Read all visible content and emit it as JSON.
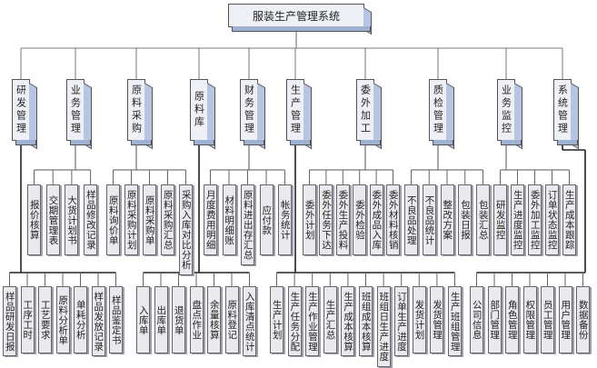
{
  "root": {
    "title": "服装生产管理系统"
  },
  "colors": {
    "box_face": "#eef0f6",
    "box_side": "#b6c6e2",
    "line": "#555555"
  },
  "modules": [
    {
      "name": "研发管理",
      "children": [
        "样品研发日报",
        "工序工时",
        "工艺要求",
        "原料分析单",
        "单耗分析",
        "样品发放记录",
        "样品鉴定书"
      ]
    },
    {
      "name": "业务管理",
      "children": [
        "报价核算",
        "交期管理表",
        "大货计划书",
        "样品修改记录"
      ]
    },
    {
      "name": "原料采购",
      "children": [
        "原料询价单",
        "原料采购计划",
        "原料采购单",
        "原料采购汇总",
        "采购入库对比分析"
      ]
    },
    {
      "name": "原料库",
      "children": [
        "入库单",
        "出库单",
        "退货单",
        "盘点作业",
        "余量核算",
        "原料登记",
        "入库清点统计"
      ]
    },
    {
      "name": "财务管理",
      "children": [
        "月度费用明细",
        "材料明细账",
        "原料进出存汇总",
        "应付款",
        "帐务统计"
      ]
    },
    {
      "name": "生产管理",
      "children": [
        "生产计划",
        "生产任务分配",
        "生产作业管理",
        "生产汇总",
        "生产成本核算",
        "班组成本核算",
        "班组日生产进度",
        "订单生产进度",
        "发货计划",
        "发货管理",
        "生产班组管理"
      ]
    },
    {
      "name": "委外加工",
      "children": [
        "委外计划",
        "委外任务下达",
        "委外生产投料",
        "委外检验",
        "委外成品入库",
        "委外材料核销"
      ]
    },
    {
      "name": "质检管理",
      "children": [
        "不良品处理",
        "不良品统计",
        "整改方案",
        "包装日报",
        "包装汇总"
      ]
    },
    {
      "name": "业务监控",
      "children": [
        "研发监控",
        "生产进度监控",
        "委外加工监控",
        "订单状态监控",
        "生产成本跟踪"
      ]
    },
    {
      "name": "系统管理",
      "children": [
        "公司信息",
        "部门管理",
        "角色管理",
        "权限管理",
        "员工管理",
        "用户管理",
        "数据备份"
      ]
    }
  ]
}
